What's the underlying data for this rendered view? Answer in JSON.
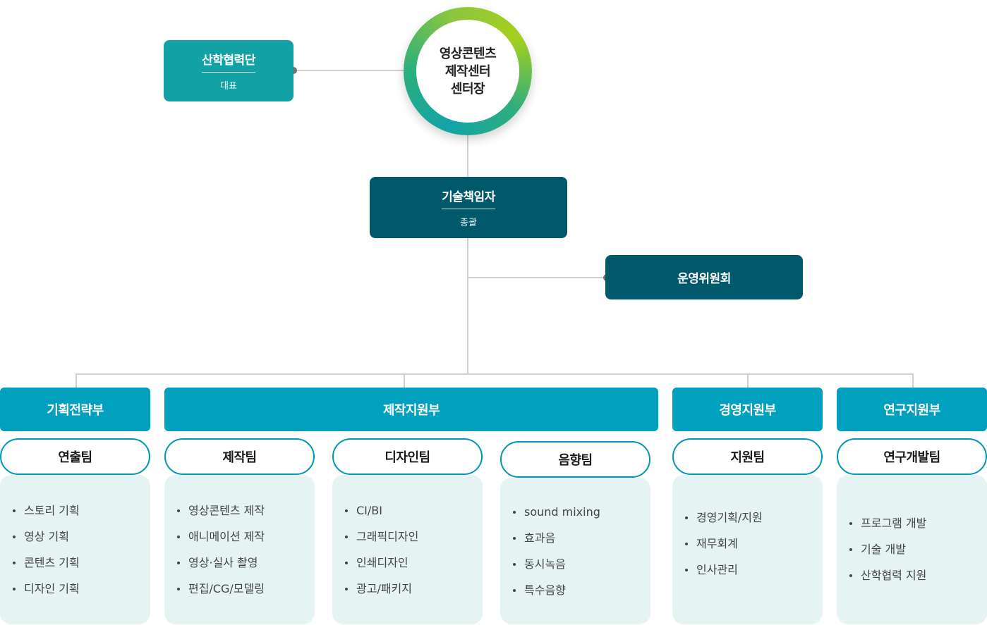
{
  "center": {
    "lines": [
      "영상콘텐츠",
      "제작센터",
      "센터장"
    ]
  },
  "industry_box": {
    "title": "산학협력단",
    "sub": "대표"
  },
  "tech_box": {
    "title": "기술책임자",
    "sub": "총괄"
  },
  "committee_box": {
    "title": "운영위원회"
  },
  "departments": [
    {
      "name": "기획전략부"
    },
    {
      "name": "제작지원부"
    },
    {
      "name": "경영지원부"
    },
    {
      "name": "연구지원부"
    }
  ],
  "teams": [
    {
      "name": "연출팀",
      "duties": [
        "스토리 기획",
        "영상 기획",
        "콘텐츠 기획",
        "디자인 기획"
      ]
    },
    {
      "name": "제작팀",
      "duties": [
        "영상콘텐츠 제작",
        "애니메이션 제작",
        "영상·실사 촬영",
        "편집/CG/모델링"
      ]
    },
    {
      "name": "디자인팀",
      "duties": [
        "CI/BI",
        "그래픽디자인",
        "인쇄디자인",
        "광고/패키지"
      ]
    },
    {
      "name": "음향팀",
      "duties": [
        "sound mixing",
        "효과음",
        "동시녹음",
        "특수음향"
      ]
    },
    {
      "name": "지원팀",
      "duties": [
        "경영기획/지원",
        "재무회계",
        "인사관리"
      ]
    },
    {
      "name": "연구개발팀",
      "duties": [
        "프로그램 개발",
        "기술 개발",
        "산학협력 지원"
      ]
    }
  ]
}
